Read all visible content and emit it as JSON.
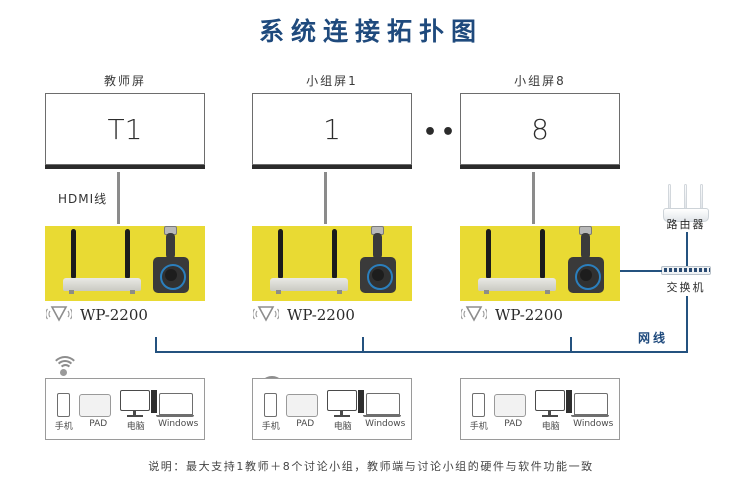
{
  "title": "系统连接拓扑图",
  "theme": {
    "title_color": "#1f4a7d",
    "accent_blue": "#24527f",
    "ap_block_yellow": "#e9da33",
    "gray_line": "#7d7d7d"
  },
  "columns": [
    {
      "screen_label": "教师屏",
      "screen_value": "T1",
      "cable_label": "HDMI线",
      "ap_model": "WP-2200",
      "ap_icon": "wireless-cast-icon",
      "client_wifi_icon": "wifi-icon",
      "clients": [
        {
          "icon": "phone-icon",
          "label": "手机"
        },
        {
          "icon": "tablet-icon",
          "label": "PAD"
        },
        {
          "icon": "desktop-icon",
          "label": "电脑"
        },
        {
          "icon": "laptop-icon",
          "label": "Windows"
        }
      ]
    },
    {
      "screen_label": "小组屏1",
      "screen_value": "1",
      "cable_label": "",
      "ap_model": "WP-2200",
      "ap_icon": "wireless-cast-icon",
      "client_wifi_icon": "wifi-icon",
      "clients": [
        {
          "icon": "phone-icon",
          "label": "手机"
        },
        {
          "icon": "tablet-icon",
          "label": "PAD"
        },
        {
          "icon": "desktop-icon",
          "label": "电脑"
        },
        {
          "icon": "laptop-icon",
          "label": "Windows"
        }
      ]
    },
    {
      "screen_label": "小组屏8",
      "screen_value": "8",
      "cable_label": "",
      "ap_model": "WP-2200",
      "ap_icon": "wireless-cast-icon",
      "client_wifi_icon": "wifi-icon",
      "clients": [
        {
          "icon": "phone-icon",
          "label": "手机"
        },
        {
          "icon": "tablet-icon",
          "label": "PAD"
        },
        {
          "icon": "desktop-icon",
          "label": "电脑"
        },
        {
          "icon": "laptop-icon",
          "label": "Windows"
        }
      ]
    }
  ],
  "ellipsis": "•••",
  "network": {
    "router_label": "路由器",
    "router_icon": "router-icon",
    "switch_label": "交换机",
    "switch_icon": "switch-icon",
    "lan_cable_label": "网线"
  },
  "caption": "说明：最大支持1教师＋8个讨论小组，教师端与讨论小组的硬件与软件功能一致"
}
